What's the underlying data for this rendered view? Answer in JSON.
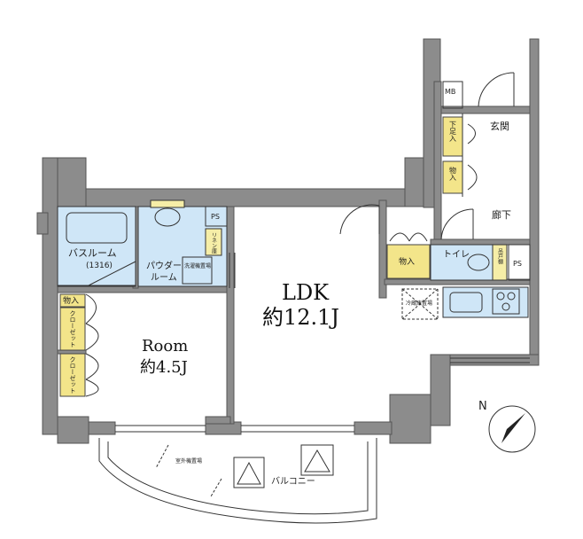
{
  "rooms": {
    "ldk": {
      "name": "LDK",
      "size": "約12.1J"
    },
    "room": {
      "name": "Room",
      "size": "約4.5J"
    },
    "bathroom": {
      "name": "バスルーム",
      "size": "(1316)"
    },
    "powder": {
      "name": "パウダー",
      "name2": "ルーム"
    },
    "entrance": "玄関",
    "corridor": "廊下",
    "toilet": "トイレ",
    "balcony": "バルコニー"
  },
  "labels": {
    "ps1": "PS",
    "ps2": "PS",
    "mb": "MB",
    "storage1": "物入",
    "storage2": "物入",
    "storage3": "物入",
    "shoebox": "下足入",
    "closet1": "クローゼット",
    "closet2": "クローゼット",
    "washer": "洗濯機置場",
    "fridge": "冷蔵庫置場",
    "linen": "リネン庫",
    "shelf": "吊戸棚",
    "ac_unit": "室外機置場"
  },
  "compass": {
    "letter": "N"
  },
  "colors": {
    "wall": "#8c8c8c",
    "bath": "#cfe6f7",
    "closet": "#f3e58a"
  }
}
